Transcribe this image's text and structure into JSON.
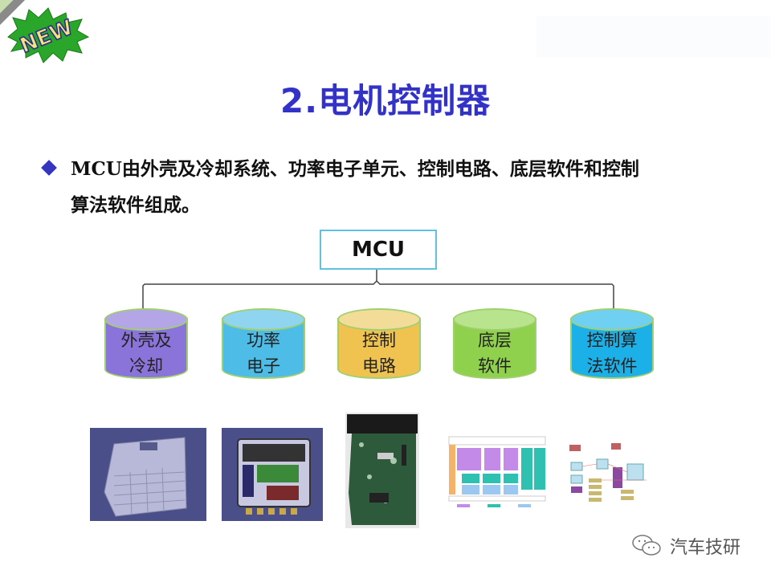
{
  "slide": {
    "badge_text": "NEW",
    "title": "2.电机控制器",
    "bullet": {
      "line1": "MCU由外壳及冷却系统、功率电子单元、控制电路、底层软件和控制",
      "line2": "算法软件组成。"
    }
  },
  "diagram": {
    "root_label": "MCU",
    "nodes": [
      {
        "line1": "外壳及",
        "line2": "冷却",
        "color": "#8a73d9",
        "cap": "#b3a5e6"
      },
      {
        "line1": "功率",
        "line2": "电子",
        "color": "#4dbde8",
        "cap": "#8fd5f0"
      },
      {
        "line1": "控制",
        "line2": "电路",
        "color": "#f0c24f",
        "cap": "#f3dc98"
      },
      {
        "line1": "底层",
        "line2": "软件",
        "color": "#8fd14c",
        "cap": "#b9e48e"
      },
      {
        "line1": "控制算",
        "line2": "法软件",
        "color": "#1bb0e8",
        "cap": "#6fd0f2"
      }
    ]
  },
  "images": [
    {
      "name": "housing-cad-image"
    },
    {
      "name": "power-electronics-cad-image"
    },
    {
      "name": "control-pcb-photo"
    },
    {
      "name": "software-architecture-diagram"
    },
    {
      "name": "control-algorithm-diagram"
    }
  ],
  "watermark": {
    "text": "汽车技研",
    "icon": "wechat-icon"
  }
}
